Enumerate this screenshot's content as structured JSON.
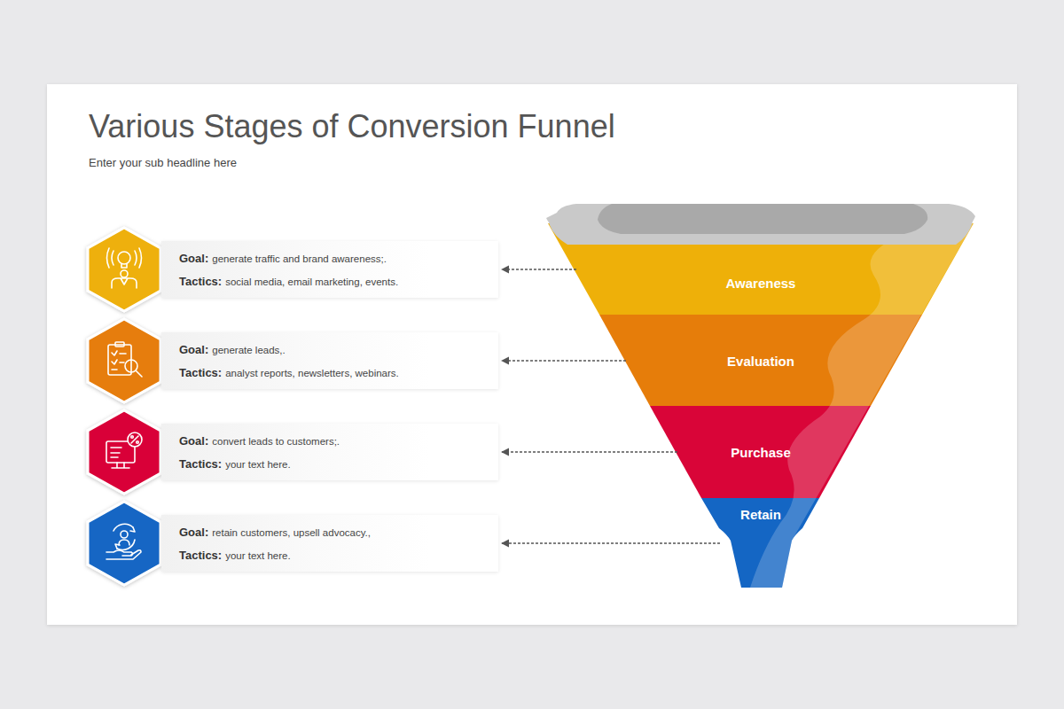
{
  "diagram": {
    "title": "Various Stages of Conversion Funnel",
    "nodes": [
      {
        "text": [
          "Goal:",
          "generate traffic and brand awareness;.",
          "Tactics:",
          "social media, email marketing, events."
        ]
      },
      {
        "text": [
          "Goal:",
          "generate leads,.",
          "Tactics:",
          "analyst reports, newsletters, webinars."
        ]
      },
      {
        "text": [
          "Goal:",
          "convert leads to customers;.",
          "Tactics:",
          "your text here."
        ]
      },
      {
        "text": [
          "Goal:",
          "retain customers, upsell advocacy.,",
          "Tactics:",
          "your text here."
        ]
      },
      {
        "text": [
          "Awareness"
        ]
      },
      {
        "text": [
          "Evaluation"
        ]
      },
      {
        "text": [
          "Purchase"
        ]
      },
      {
        "text": [
          "Retain"
        ]
      }
    ],
    "edges": [
      {
        "from": 4,
        "to": 0,
        "arrow": "to"
      },
      {
        "from": 5,
        "to": 1,
        "arrow": "to"
      },
      {
        "from": 6,
        "to": 2,
        "arrow": "to"
      },
      {
        "from": 7,
        "to": 3,
        "arrow": "to"
      }
    ],
    "labels": [
      "Enter your sub headline here"
    ]
  }
}
